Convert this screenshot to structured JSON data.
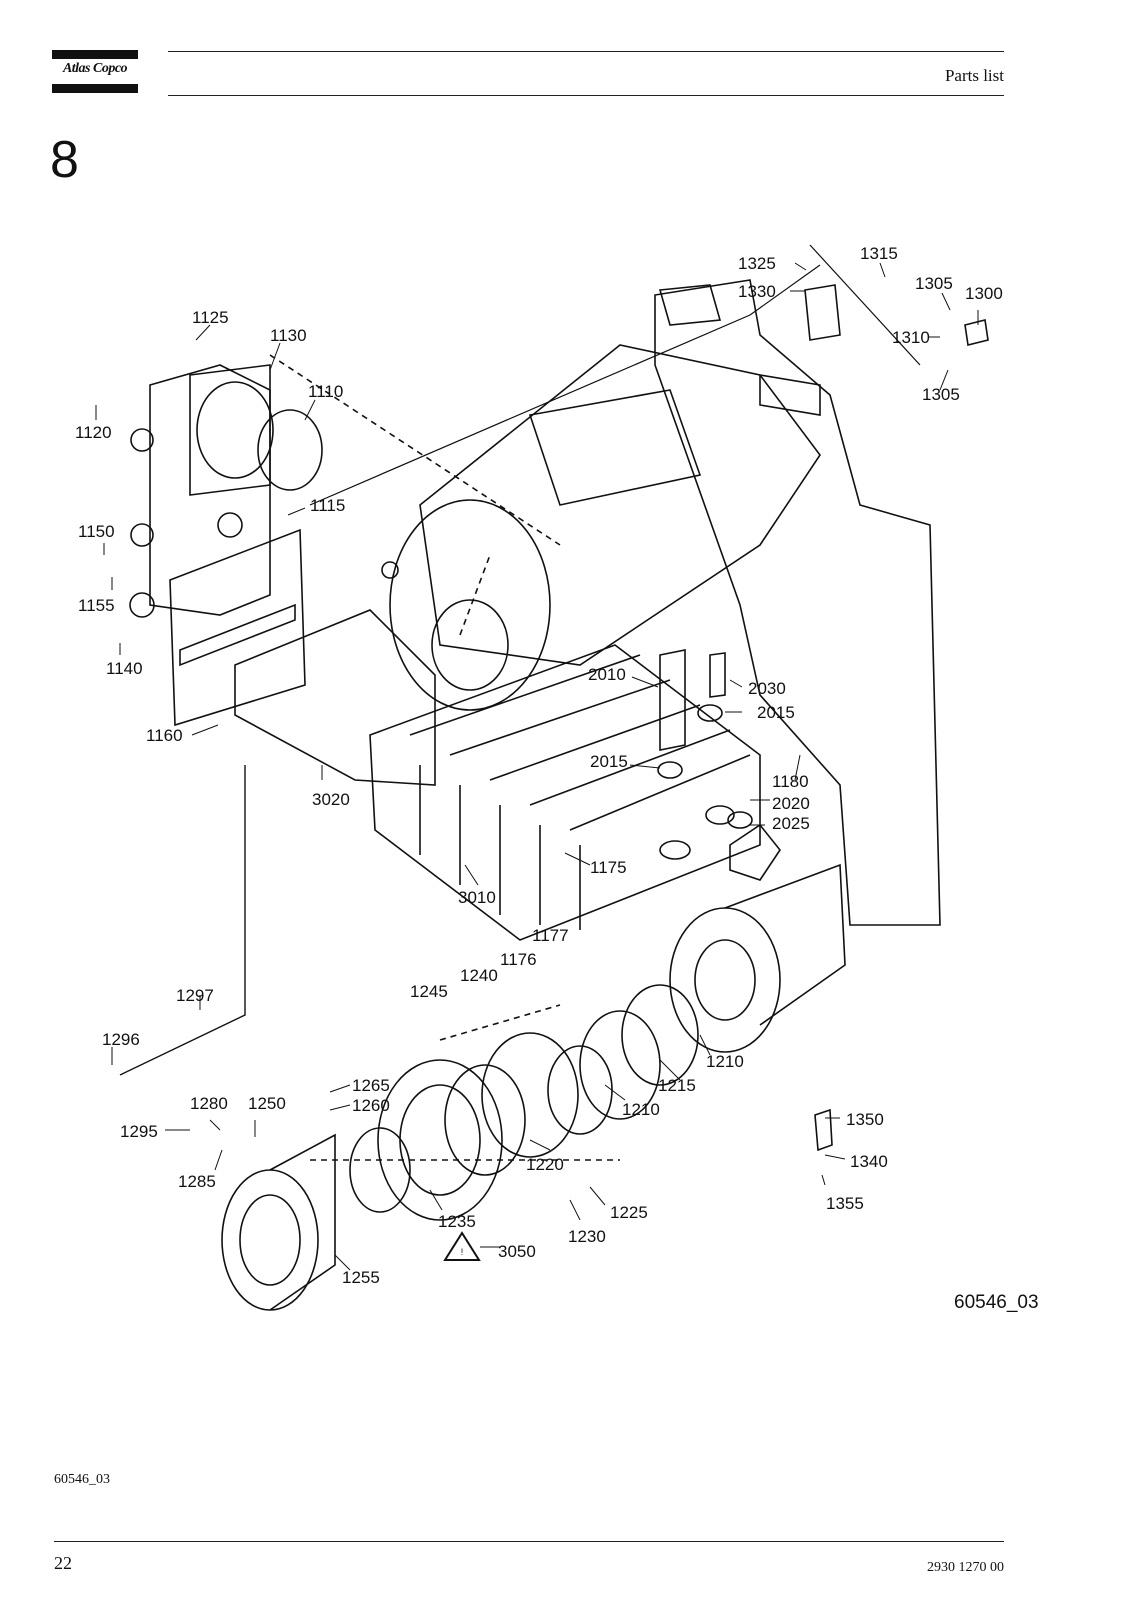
{
  "header": {
    "brand": "Atlas Copco",
    "title": "Parts list"
  },
  "section": {
    "number": "8"
  },
  "figure": {
    "code": "60546_03",
    "callouts": [
      "1325",
      "1315",
      "1330",
      "1305",
      "1300",
      "1310",
      "1305",
      "1125",
      "1130",
      "1110",
      "1120",
      "1115",
      "1150",
      "1155",
      "1140",
      "1160",
      "3020",
      "2010",
      "2030",
      "2015",
      "2015",
      "1180",
      "2020",
      "2025",
      "1175",
      "3010",
      "1177",
      "1176",
      "1240",
      "1245",
      "1297",
      "1296",
      "1265",
      "1260",
      "1280",
      "1250",
      "1295",
      "1285",
      "1210",
      "1215",
      "1210",
      "1220",
      "1235",
      "3050",
      "1230",
      "1225",
      "1255",
      "1350",
      "1340",
      "1355"
    ]
  },
  "footer": {
    "figure_code": "60546_03",
    "page_number": "22",
    "document_number": "2930 1270 00"
  }
}
